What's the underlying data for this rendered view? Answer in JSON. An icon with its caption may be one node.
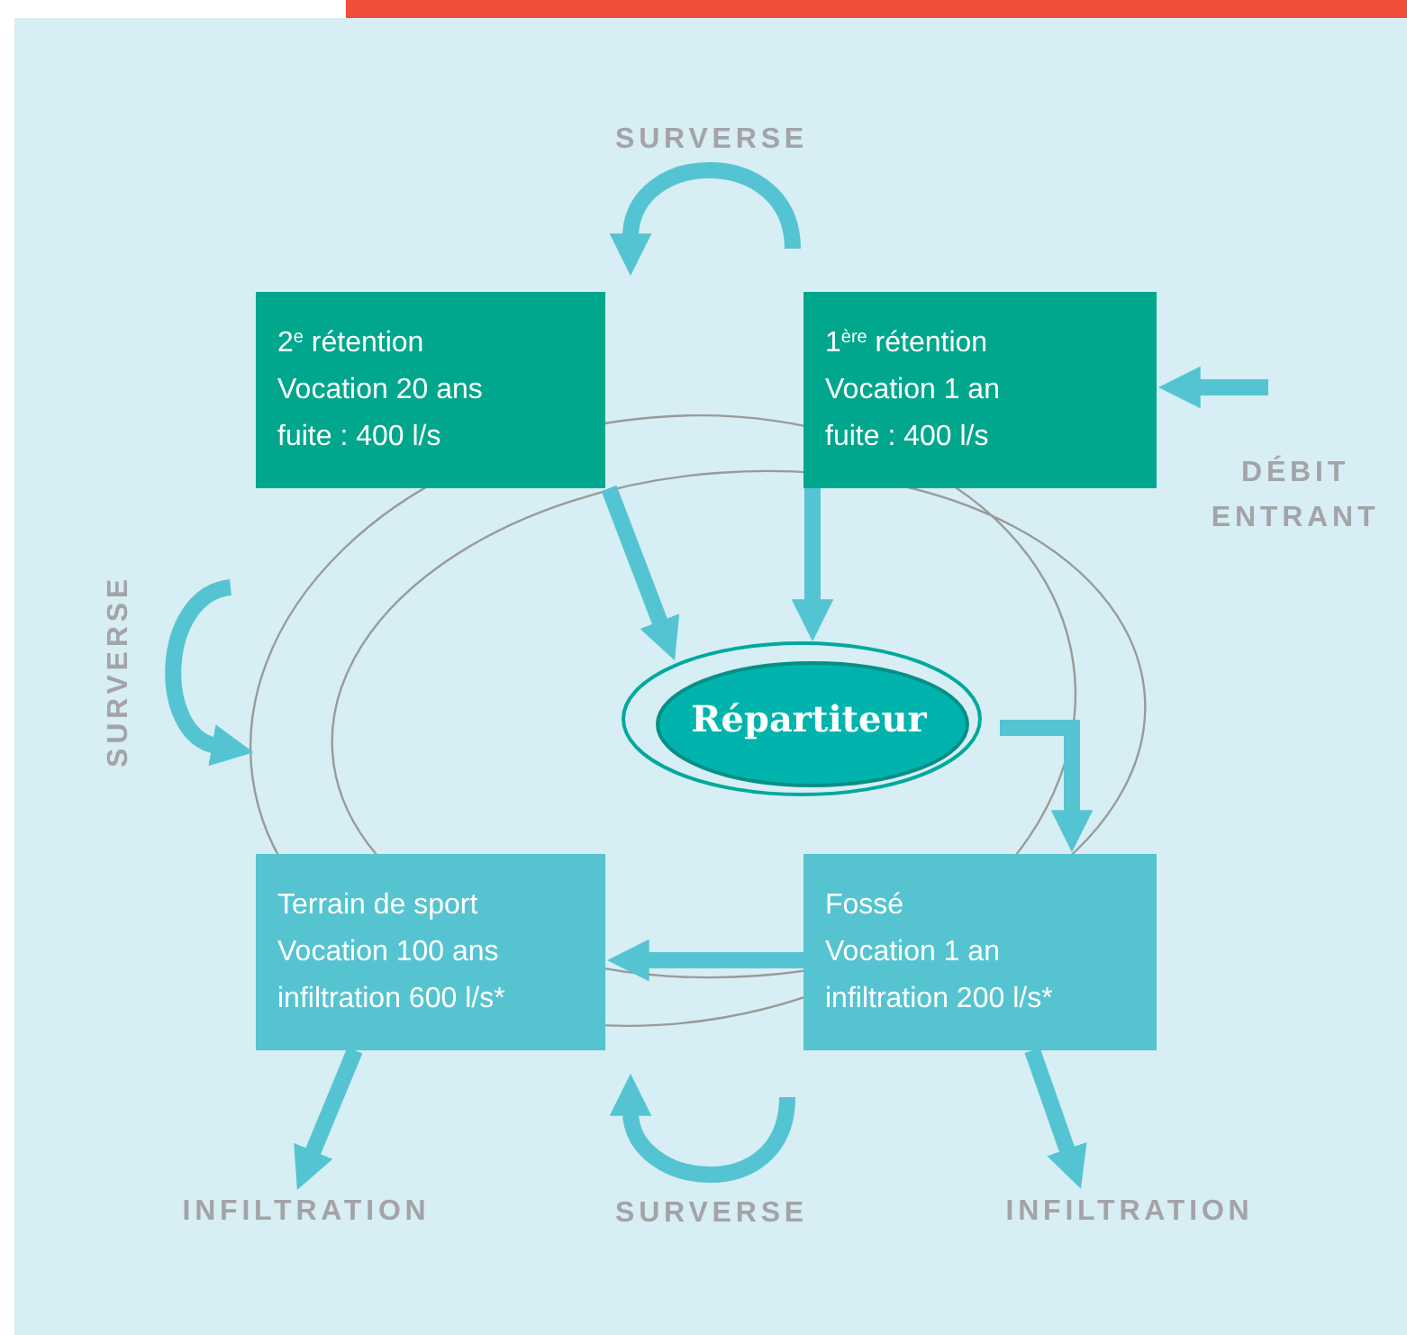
{
  "diagram": {
    "nodes": [
      {
        "text": [
          "2$^{e}$ rétention",
          "Vocation 20 ans",
          "fuite : 400 l/s"
        ]
      },
      {
        "text": [
          "1$^{ère}$ rétention",
          "Vocation 1 an",
          "fuite : 400 l/s"
        ]
      },
      {
        "text": [
          "Répartiteur"
        ]
      },
      {
        "text": [
          "Terrain de sport",
          "Vocation 100 ans",
          "infiltration 600 l/s*"
        ]
      },
      {
        "text": [
          "Fossé",
          "Vocation 1 an",
          "infiltration 200 l/s*"
        ]
      },
      {
        "text": [
          "INFILTRATION"
        ]
      },
      {
        "text": [
          "INFILTRATION"
        ]
      }
    ],
    "edges": [
      {
        "from": 0,
        "to": 2,
        "arrow": "to"
      },
      {
        "from": 1,
        "to": 2,
        "arrow": "to"
      },
      {
        "from": 2,
        "to": 4,
        "arrow": "to"
      },
      {
        "from": 4,
        "to": 3,
        "arrow": "to"
      },
      {
        "from": 0,
        "to": 3,
        "arrow": "to",
        "label": "SURVERSE"
      },
      {
        "from": 4,
        "to": 3,
        "arrow": "to",
        "label": "SURVERSE"
      },
      {
        "from": 1,
        "to": 0,
        "arrow": "to",
        "label": "SURVERSE"
      },
      {
        "from": null,
        "to": 1,
        "arrow": "to",
        "label": "DÉBIT ENTRANT"
      },
      {
        "from": 3,
        "to": 5,
        "arrow": "to"
      },
      {
        "from": 4,
        "to": 6,
        "arrow": "to"
      }
    ]
  }
}
